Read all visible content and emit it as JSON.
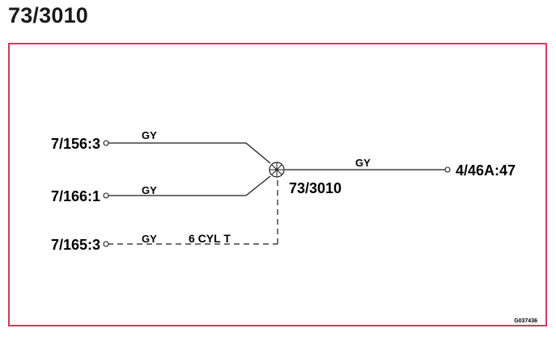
{
  "page": {
    "title": "73/3010"
  },
  "diagram": {
    "splice_label": "73/3010",
    "connectors": [
      {
        "id": "c1",
        "label": "7/156:3",
        "wire_color": "GY"
      },
      {
        "id": "c2",
        "label": "7/166:1",
        "wire_color": "GY"
      },
      {
        "id": "c3",
        "label": "7/165:3",
        "wire_color": "GY",
        "variant_note": "6 CYL T"
      }
    ],
    "output": {
      "label": "4/46A:47",
      "wire_color": "GY"
    },
    "figure_ref": "G037436"
  }
}
